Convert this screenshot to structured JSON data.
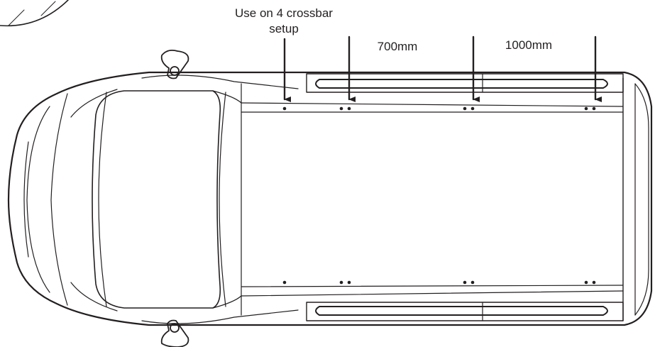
{
  "labels": {
    "four_crossbar_line1": "Use on 4 crossbar",
    "four_crossbar_line2": "setup",
    "spacing_700": "700mm",
    "spacing_1000": "1000mm"
  },
  "colors": {
    "line": "#231f20",
    "background": "#ffffff"
  }
}
